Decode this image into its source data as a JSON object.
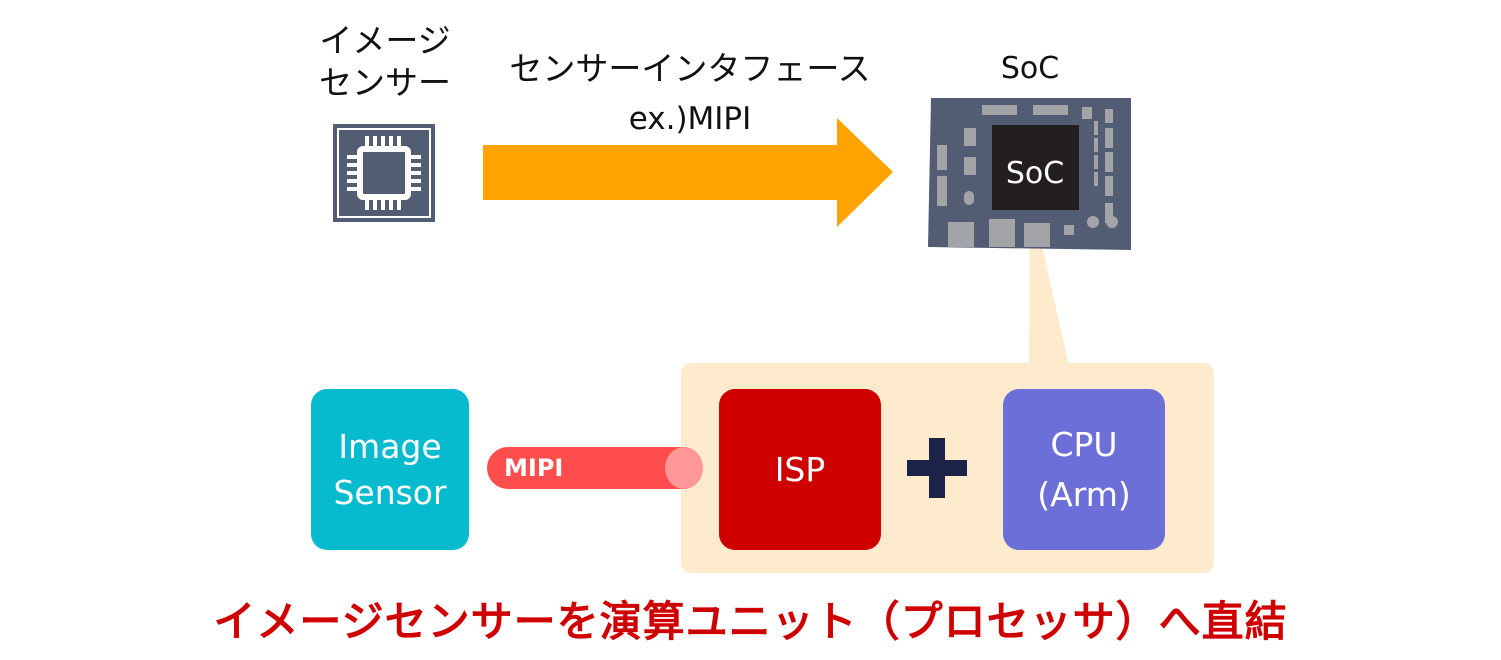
{
  "top_row": {
    "sensor": {
      "label_line1": "イメージ",
      "label_line2": "センサー",
      "icon": "chip-icon"
    },
    "interface": {
      "title": "センサーインタフェース",
      "subtitle": "ex.)MIPI",
      "icon": "arrow-right-icon",
      "color": "#ffa300"
    },
    "soc": {
      "title": "SoC",
      "chip_label": "SoC",
      "icon": "circuit-board-icon",
      "board_color": "#525c73",
      "chip_color": "#231f20"
    }
  },
  "bottom_row": {
    "image_sensor": {
      "line1": "Image",
      "line2": "Sensor",
      "color": "#05bbcd"
    },
    "link": {
      "label": "MIPI",
      "color": "#ff4d4e"
    },
    "panel_color": "#feebcd",
    "isp": {
      "label": "ISP",
      "color": "#cf0000"
    },
    "operator": {
      "icon": "plus-icon",
      "color": "#1b2448"
    },
    "cpu": {
      "line1": "CPU",
      "line2": "(Arm)",
      "color": "#6d6fd9"
    }
  },
  "footer": {
    "text": "イメージセンサーを演算ユニット（プロセッサ）へ直結",
    "color": "#cf0000"
  }
}
